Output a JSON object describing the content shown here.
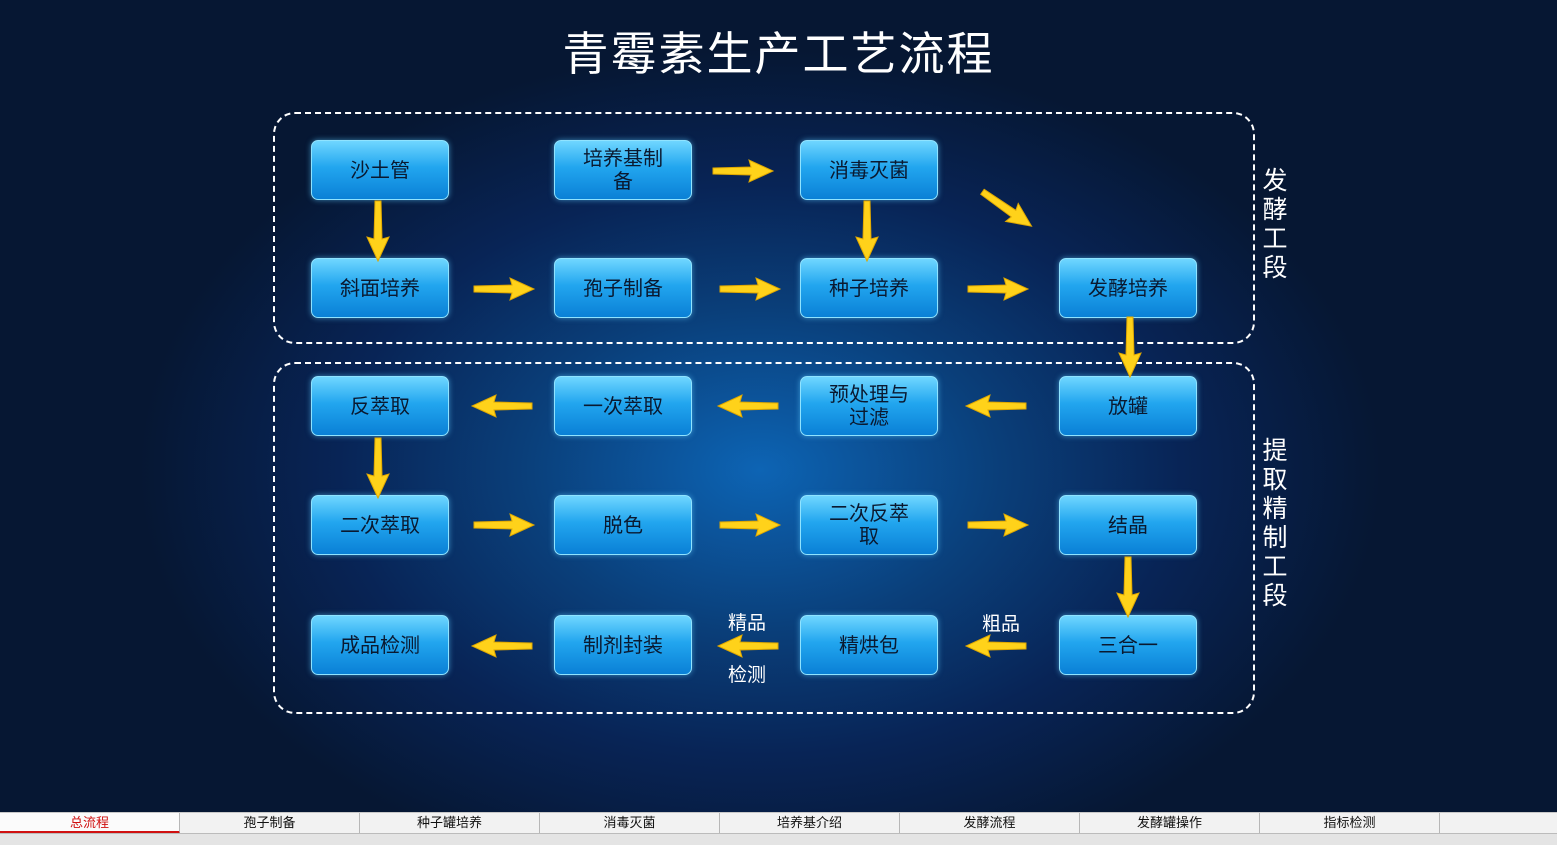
{
  "title": "青霉素生产工艺流程",
  "sections": {
    "fermentation_label": "发酵工段",
    "extraction_label": "提取精制工段"
  },
  "nodes": {
    "n1": "沙土管",
    "n2": "培养基制备",
    "n3": "消毒灭菌",
    "n4": "斜面培养",
    "n5": "孢子制备",
    "n6": "种子培养",
    "n7": "发酵培养",
    "n8": "反萃取",
    "n9": "一次萃取",
    "n10": "预处理与过滤",
    "n11": "放罐",
    "n12": "二次萃取",
    "n13": "脱色",
    "n14": "二次反萃取",
    "n15": "结晶",
    "n16": "成品检测",
    "n17": "制剂封装",
    "n18": "精烘包",
    "n19": "三合一"
  },
  "notes": {
    "jingpin": "精品",
    "jiance": "检测",
    "cupin": "粗品"
  },
  "tabs": [
    {
      "label": "总流程",
      "active": true
    },
    {
      "label": "孢子制备",
      "active": false
    },
    {
      "label": "种子罐培养",
      "active": false
    },
    {
      "label": "消毒灭菌",
      "active": false
    },
    {
      "label": "培养基介绍",
      "active": false
    },
    {
      "label": "发酵流程",
      "active": false
    },
    {
      "label": "发酵罐操作",
      "active": false
    },
    {
      "label": "指标检测",
      "active": false
    }
  ],
  "colors": {
    "node_fill": "#22a6ef",
    "arrow": "#ffd21a",
    "active_tab": "#d01010"
  }
}
